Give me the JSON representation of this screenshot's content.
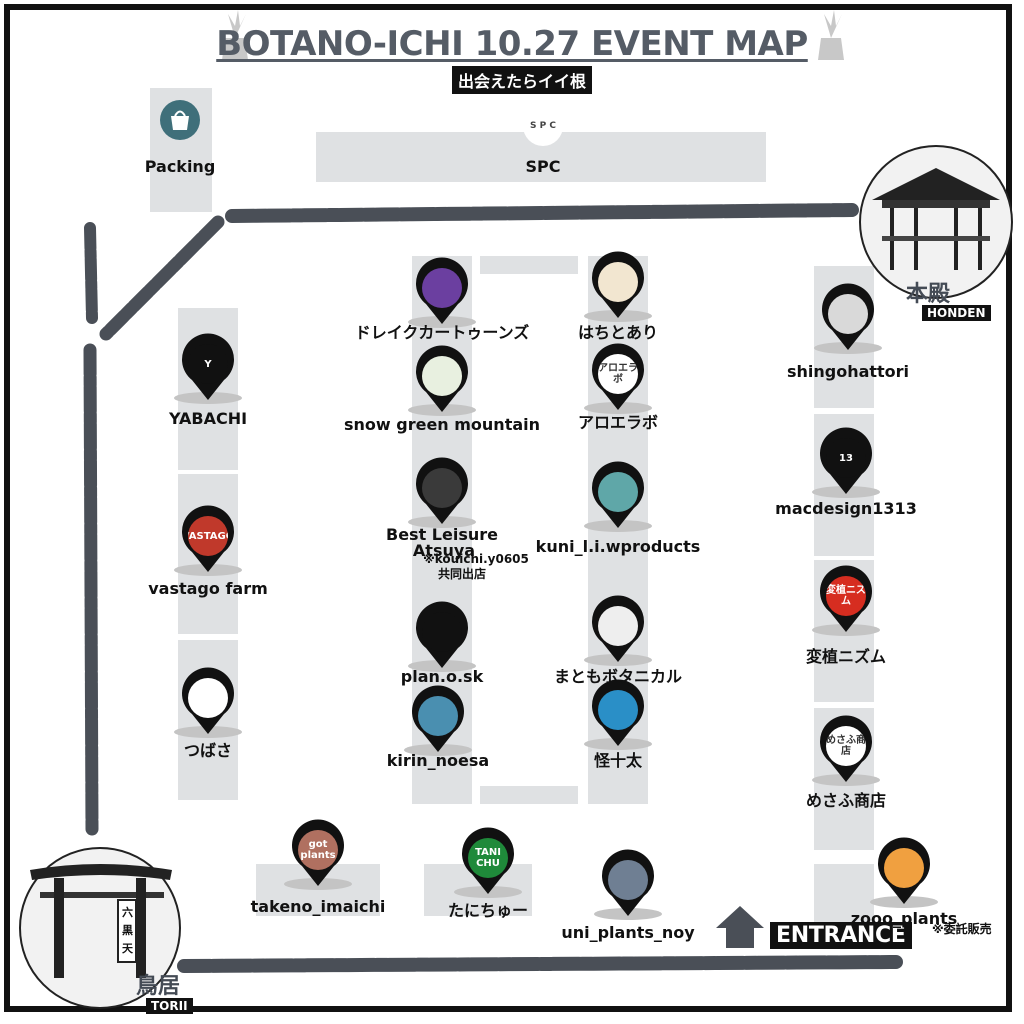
{
  "title": "BOTANO-ICHI 10.27 EVENT MAP",
  "subtitle": "出会えたらイイ根",
  "packing": {
    "label": "Packing"
  },
  "spc": {
    "label": "SPC",
    "glyph": "S P C"
  },
  "honden": {
    "label": "本殿",
    "sub": "HONDEN"
  },
  "torii": {
    "label": "鳥居",
    "sub": "TORII",
    "sign": "六 黒 天"
  },
  "entrance": {
    "label": "ENTRANCE"
  },
  "vendors": [
    {
      "label": "ドレイクカートゥーンズ",
      "glyph": "",
      "color": "#6b3fa0"
    },
    {
      "label": "はちとあり",
      "glyph": "",
      "color": "#f2e6d0"
    },
    {
      "label": "shingohattori",
      "glyph": "",
      "color": "#d9d9d9"
    },
    {
      "label": "YABACHI",
      "glyph": "Y",
      "color": "#111111"
    },
    {
      "label": "snow green mountain",
      "glyph": "",
      "color": "#e8f0e0"
    },
    {
      "label": "アロエラボ",
      "glyph": "アロエラボ",
      "color": "#ffffff"
    },
    {
      "label": "macdesign1313",
      "glyph": "13",
      "color": "#111111"
    },
    {
      "label": "Best Leisure",
      "label2": "Atsuya",
      "glyph": "",
      "color": "#3a3a3a"
    },
    {
      "label": "kuni_l.i.wproducts",
      "glyph": "",
      "color": "#5fa7a8"
    },
    {
      "label": "vastago farm",
      "glyph": "VASTAGO",
      "color": "#c0392b"
    },
    {
      "label": "plan.o.sk",
      "glyph": "",
      "color": "#111111"
    },
    {
      "label": "まともボタニカル",
      "glyph": "",
      "color": "#eeeeee"
    },
    {
      "label": "変植ニズム",
      "glyph": "変植ニズム",
      "color": "#d62d20"
    },
    {
      "label": "つばさ",
      "glyph": "",
      "color": "#ffffff"
    },
    {
      "label": "kirin_noesa",
      "glyph": "",
      "color": "#4a8fb0"
    },
    {
      "label": "怪十太",
      "glyph": "",
      "color": "#2a8fc7"
    },
    {
      "label": "めさふ商店",
      "glyph": "めさふ商店",
      "color": "#ffffff"
    },
    {
      "label": "takeno_imaichi",
      "glyph": "got plants",
      "color": "#b07060"
    },
    {
      "label": "たにちゅー",
      "glyph": "TANI CHU",
      "color": "#1f8a3a"
    },
    {
      "label": "uni_plants_noy",
      "glyph": "",
      "color": "#6f7f93"
    },
    {
      "label": "zooo_plants",
      "glyph": "",
      "color": "#f0a040"
    }
  ],
  "best_leisure_note": {
    "line1": "※kouichi.y0605",
    "line2": "共同出店"
  },
  "zooo_note": "※委託販売",
  "colors": {
    "road": "#4a4f57",
    "block": "#dfe1e3",
    "pin": "#111111",
    "title": "#555c66"
  }
}
